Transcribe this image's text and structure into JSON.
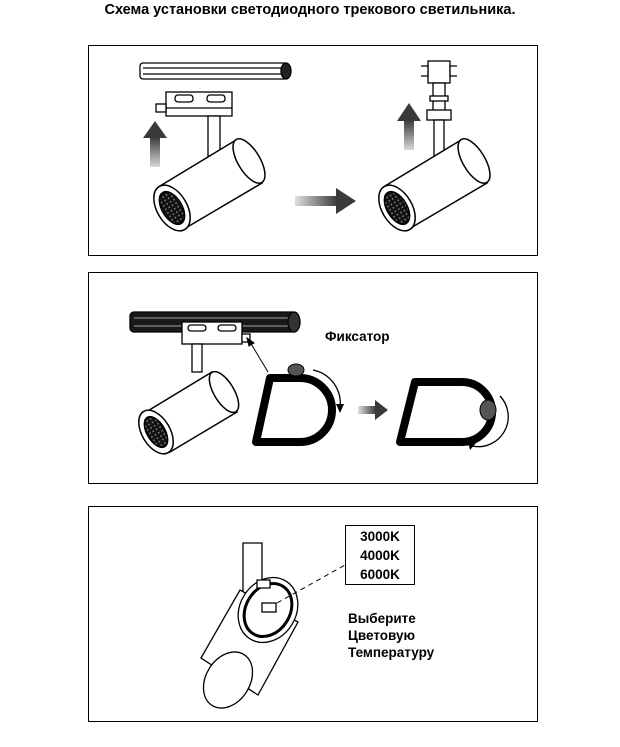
{
  "title": "Схема установки светодиодного трекового светильника.",
  "panel2": {
    "latch_label": "Фиксатор"
  },
  "panel3": {
    "temperatures": [
      "3000K",
      "4000K",
      "6000K"
    ],
    "select_lines": [
      "Выберите",
      "Цветовую",
      "Температуру"
    ]
  },
  "colors": {
    "ink": "#000000",
    "arrow_dark": "#3a3a3a",
    "arrow_light": "#d8d8d8",
    "rail": "#1a1a1a"
  }
}
